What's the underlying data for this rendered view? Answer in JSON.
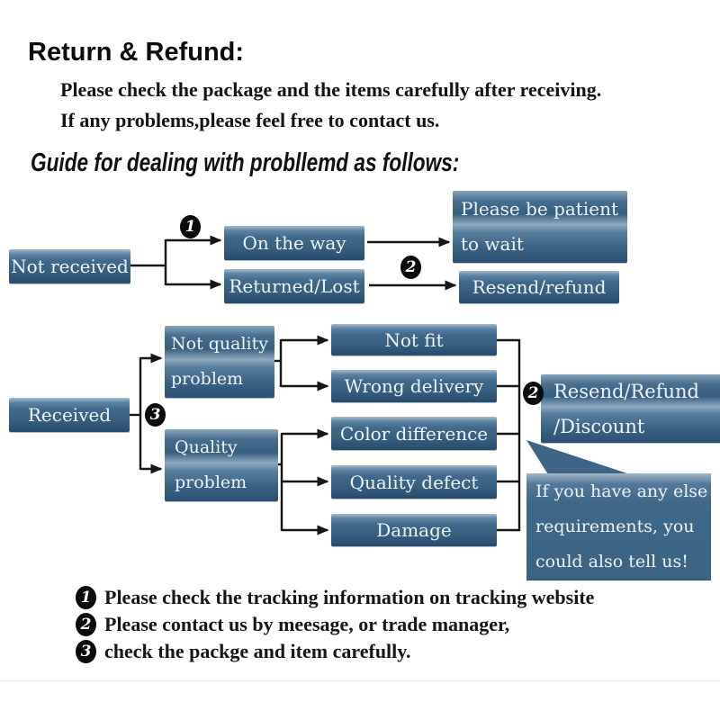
{
  "title": "Return & Refund:",
  "intro": {
    "line1": "Please check the package and the items carefully after receiving.",
    "line2": "If any problems,please feel free to contact us."
  },
  "guide_heading": "Guide for dealing with probllemd as follows:",
  "flowchart": {
    "not_received": "Not received",
    "on_the_way": "On the way",
    "returned_lost": "Returned/Lost",
    "be_patient": {
      "line1": "Please be patient",
      "line2": "to wait"
    },
    "resend_refund": "Resend/refund",
    "received": "Received",
    "not_quality_problem": {
      "line1": "Not quality",
      "line2": "problem"
    },
    "quality_problem": {
      "line1": "Quality",
      "line2": "problem"
    },
    "not_fit": "Not fit",
    "wrong_delivery": "Wrong delivery",
    "color_difference": "Color difference",
    "quality_defect": "Quality defect",
    "damage": "Damage",
    "resend_refund_discount": {
      "line1": "Resend/Refund",
      "line2": "/Discount"
    },
    "bubble": {
      "line1": "If you have any else",
      "line2": "requirements, you",
      "line3": "could also tell us!"
    }
  },
  "badges": {
    "one": "1",
    "two": "2",
    "three": "3"
  },
  "footnotes": [
    {
      "num": "1",
      "text": "Please check the tracking information on tracking website"
    },
    {
      "num": "2",
      "text": "Please contact us by meesage, or trade manager,"
    },
    {
      "num": "3",
      "text": "check the packge and item carefully."
    }
  ],
  "colors": {
    "box_gradient_top": "#a9bcca",
    "box_blue": "#3a6183",
    "box_dark": "#284a69",
    "box_text": "#eef3f7",
    "connector": "#161616",
    "badge_bg": "#0b0b0b",
    "background": "#ffffff"
  }
}
